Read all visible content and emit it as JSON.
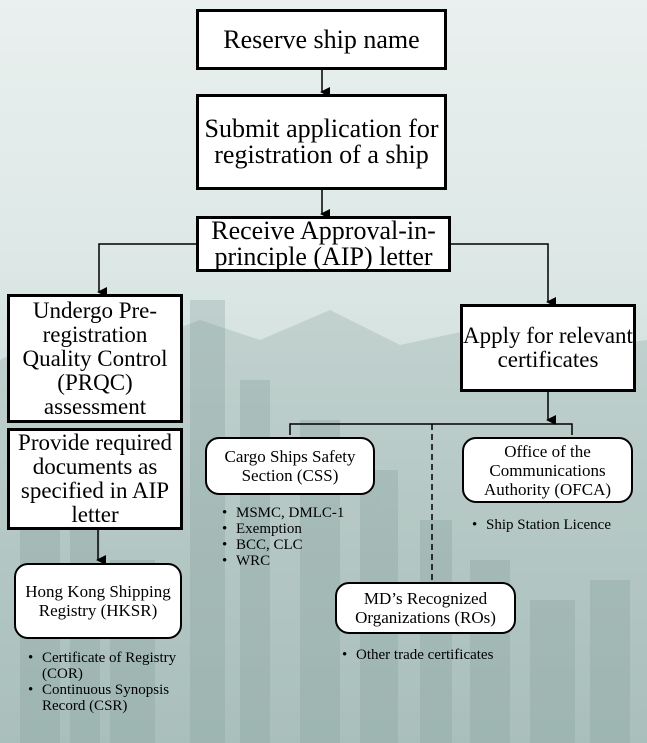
{
  "boxes": {
    "reserve": "Reserve ship name",
    "submit": "Submit application for registration of a ship",
    "aip": "Receive Approval-in-principle (AIP) letter",
    "prqc": "Undergo Pre-registration Quality Control (PRQC) assessment",
    "apply": "Apply for relevant certificates",
    "provide": "Provide required documents as specified in AIP letter"
  },
  "orgs": {
    "css": "Cargo Ships Safety Section (CSS)",
    "ofca": "Office of the Communications Authority (OFCA)",
    "hksr": "Hong Kong Shipping Registry (HKSR)",
    "ros": "MD’s Recognized Organizations (ROs)"
  },
  "lists": {
    "css": [
      "MSMC, DMLC-1",
      "Exemption",
      "BCC, CLC",
      "WRC"
    ],
    "ofca": [
      "Ship Station Licence"
    ],
    "hksr": [
      "Certificate of Registry (COR)",
      "Continuous Synopsis Record (CSR)"
    ],
    "ros": [
      "Other trade certificates"
    ]
  }
}
